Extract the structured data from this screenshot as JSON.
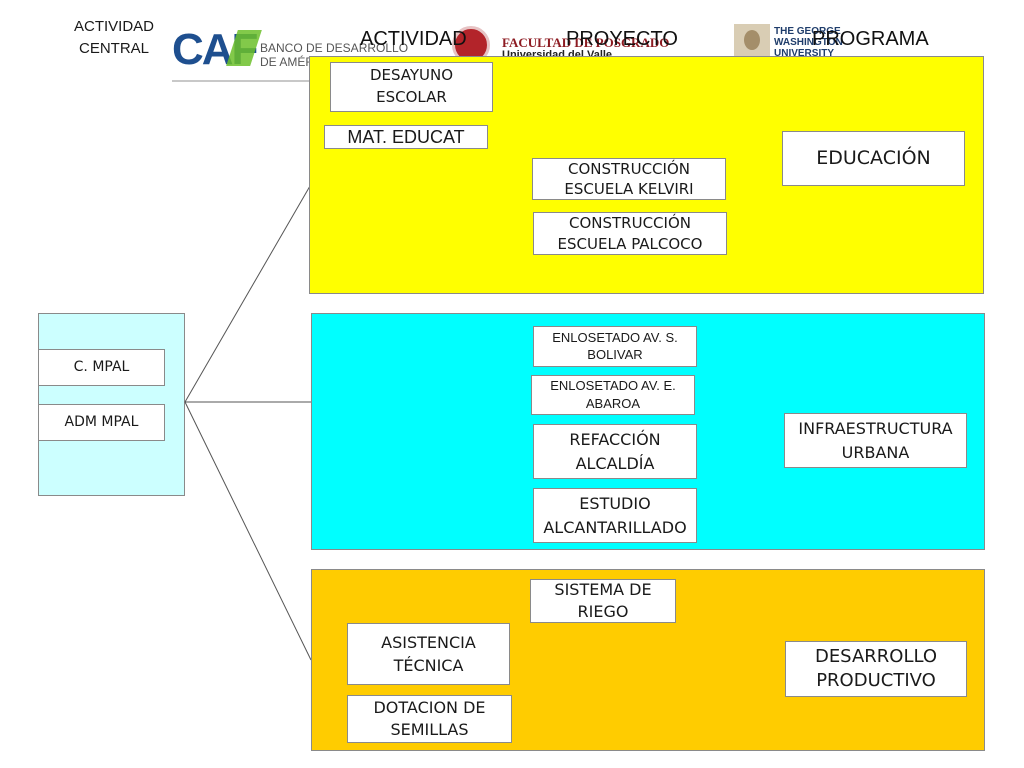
{
  "headers": {
    "actividad_central": [
      "ACTIVIDAD",
      "CENTRAL"
    ],
    "actividad": "ACTIVIDAD",
    "proyecto": "PROYECTO",
    "programa": "PROGRAMA"
  },
  "logos": {
    "caf": {
      "mark": "CAF",
      "line1": "BANCO DE DESARROLLO",
      "line2": "DE AMÉRICA LATINA"
    },
    "univalle": {
      "line1": "FACULTAD DE POSGRADO",
      "line2": "Universidad del Valle"
    },
    "gwu": {
      "line1": "THE GEORGE",
      "line2": "WASHINGTON",
      "line3": "UNIVERSITY"
    }
  },
  "central": [
    "C. MPAL",
    "ADM MPAL"
  ],
  "groups": {
    "educacion": {
      "color": "#FFFF00",
      "programa": [
        "EDUCACIÓN"
      ],
      "items": [
        [
          "DESAYUNO",
          "ESCOLAR"
        ],
        [
          "MAT. EDUCAT"
        ],
        [
          "CONSTRUCCIÓN",
          "ESCUELA KELVIRI"
        ],
        [
          "CONSTRUCCIÓN",
          "ESCUELA PALCOCO"
        ]
      ]
    },
    "infraestructura": {
      "color": "#00FFFF",
      "programa": [
        "INFRAESTRUCTURA",
        "URBANA"
      ],
      "items": [
        [
          "ENLOSETADO AV. S.",
          "BOLIVAR"
        ],
        [
          "ENLOSETADO AV. E.",
          "ABAROA"
        ],
        [
          "REFACCIÓN",
          "ALCALDÍA"
        ],
        [
          "ESTUDIO",
          "ALCANTARILLADO"
        ]
      ]
    },
    "desarrollo": {
      "color": "#FFCC00",
      "programa": [
        "DESARROLLO",
        "PRODUCTIVO"
      ],
      "items": [
        [
          "SISTEMA DE",
          "RIEGO"
        ],
        [
          "ASISTENCIA",
          "TÉCNICA"
        ],
        [
          "DOTACION DE",
          "SEMILLAS"
        ]
      ]
    }
  },
  "colors": {
    "central_panel": "#CCFFFF",
    "line": "#555555"
  }
}
